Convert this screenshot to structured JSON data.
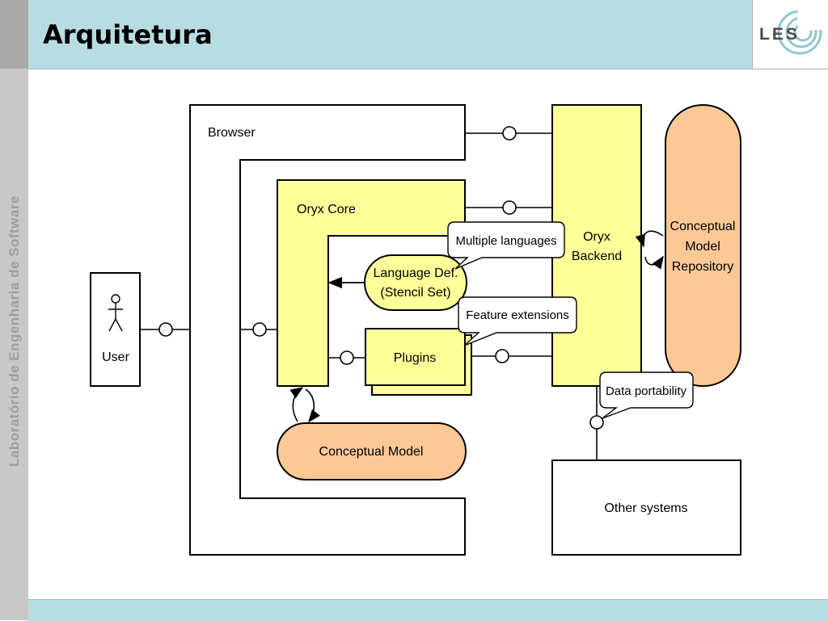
{
  "slide": {
    "title": "Arquitetura",
    "sidebar_text": "Laboratório de Engenharia de Software",
    "logo_text": "LES"
  },
  "diagram": {
    "browser": "Browser",
    "oryx_core": "Oryx Core",
    "oryx_backend_line1": "Oryx",
    "oryx_backend_line2": "Backend",
    "repo_line1": "Conceptual",
    "repo_line2": "Model",
    "repo_line3": "Repository",
    "language_def_line1": "Language Def.",
    "language_def_line2": "(Stencil Set)",
    "plugins": "Plugins",
    "user": "User",
    "conceptual_model": "Conceptual Model",
    "other_systems": "Other systems",
    "callout_multiple_languages": "Multiple languages",
    "callout_feature_extensions": "Feature extensions",
    "callout_data_portability": "Data portability"
  },
  "colors": {
    "header_bg": "#b7dde3",
    "sidebar_bg": "#c8c8c8",
    "yellow_fill": "#ffff99",
    "orange_fill": "#fbc896"
  }
}
